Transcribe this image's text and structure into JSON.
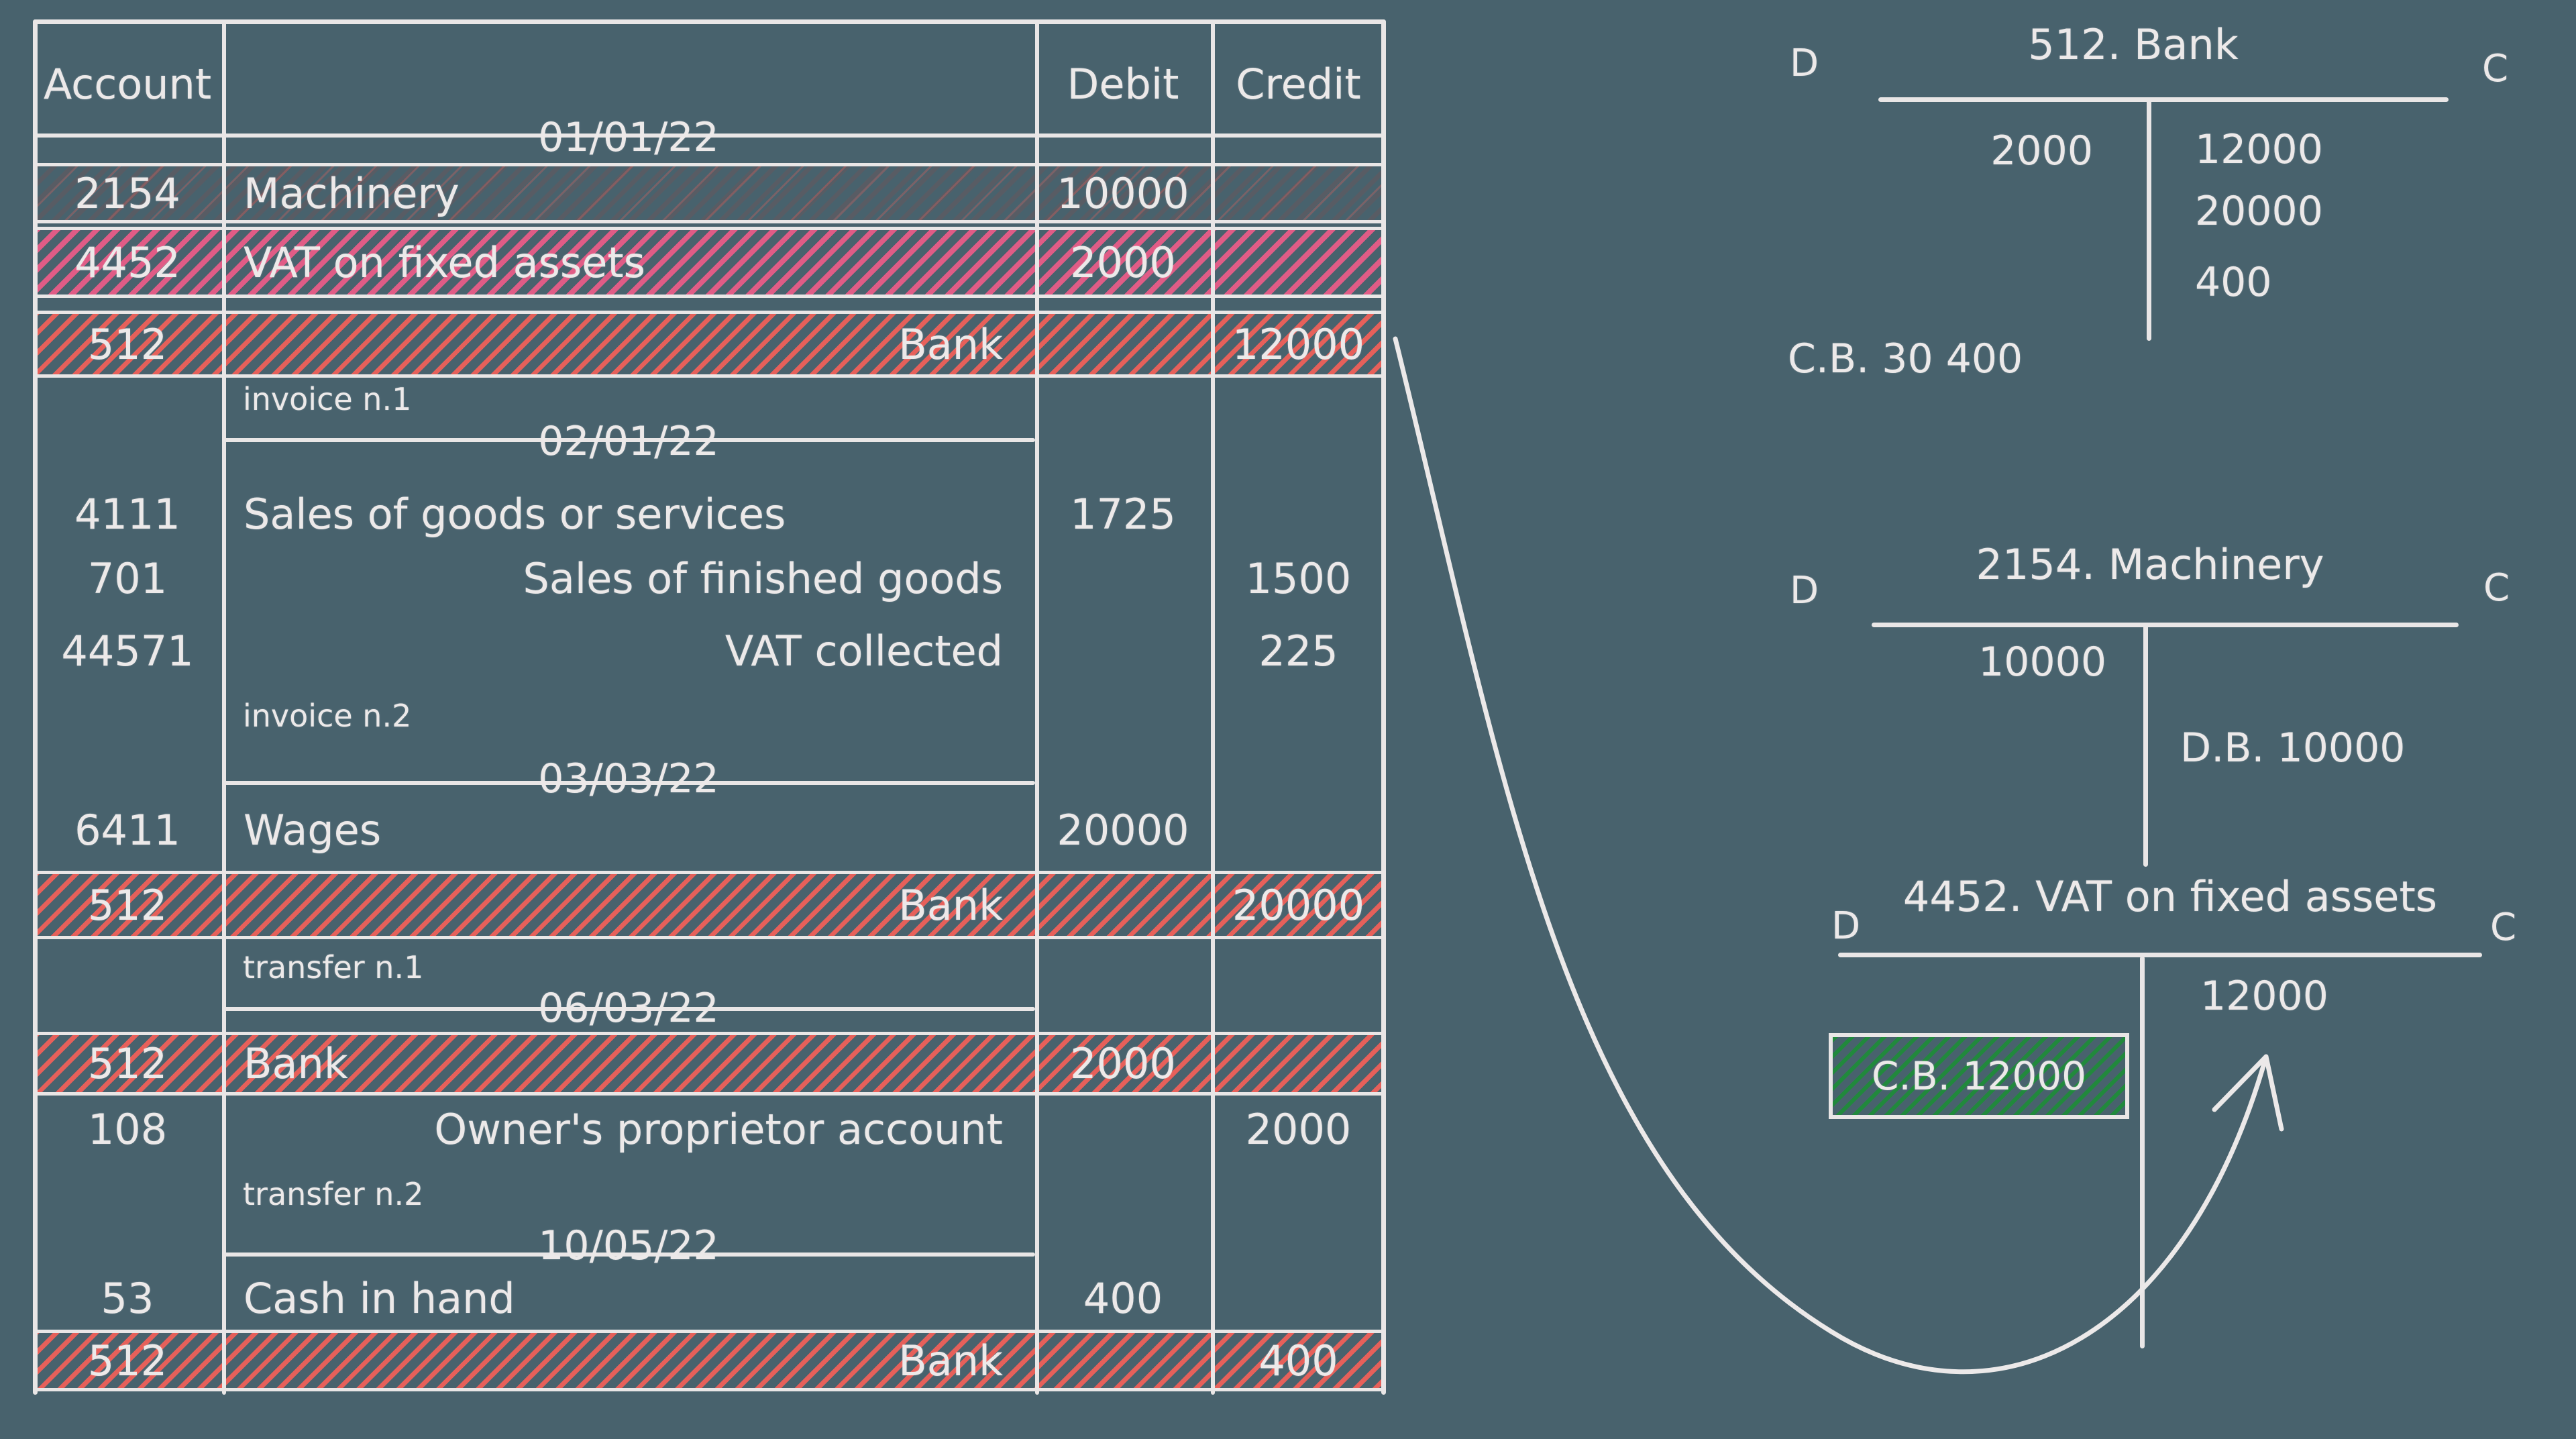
{
  "colors": {
    "background": "#48626d",
    "ink": "#ece9e9",
    "hatch_red": "#ee6059",
    "hatch_pink": "#e85c87",
    "hatch_grey": "#585c64",
    "hatch_green": "#1f8b3a"
  },
  "journal": {
    "headers": {
      "account": "Account",
      "debit": "Debit",
      "credit": "Credit"
    },
    "groups": [
      {
        "date": "01/01/22",
        "note": "invoice n.1",
        "rows": [
          {
            "account": "2154",
            "label": "Machinery",
            "debit": "10000",
            "credit": "",
            "highlight": "grey"
          },
          {
            "account": "4452",
            "label": "VAT on fixed assets",
            "debit": "2000",
            "credit": "",
            "highlight": "pink"
          },
          {
            "account": "512",
            "label": "Bank",
            "debit": "",
            "credit": "12000",
            "highlight": "red"
          }
        ]
      },
      {
        "date": "02/01/22",
        "note": "invoice n.2",
        "rows": [
          {
            "account": "4111",
            "label": "Sales of goods or services",
            "debit": "1725",
            "credit": "",
            "highlight": "none"
          },
          {
            "account": "701",
            "label": "Sales of finished goods",
            "debit": "",
            "credit": "1500",
            "highlight": "none"
          },
          {
            "account": "44571",
            "label": "VAT collected",
            "debit": "",
            "credit": "225",
            "highlight": "none"
          }
        ]
      },
      {
        "date": "03/03/22",
        "note": "transfer n.1",
        "rows": [
          {
            "account": "6411",
            "label": "Wages",
            "debit": "20000",
            "credit": "",
            "highlight": "none"
          },
          {
            "account": "512",
            "label": "Bank",
            "debit": "",
            "credit": "20000",
            "highlight": "red"
          }
        ]
      },
      {
        "date": "06/03/22",
        "note": "transfer n.2",
        "rows": [
          {
            "account": "512",
            "label": "Bank",
            "debit": "2000",
            "credit": "",
            "highlight": "red"
          },
          {
            "account": "108",
            "label": "Owner's proprietor account",
            "debit": "",
            "credit": "2000",
            "highlight": "none"
          }
        ]
      },
      {
        "date": "10/05/22",
        "note": "",
        "rows": [
          {
            "account": "53",
            "label": "Cash in hand",
            "debit": "400",
            "credit": "",
            "highlight": "none"
          },
          {
            "account": "512",
            "label": "Bank",
            "debit": "",
            "credit": "400",
            "highlight": "red"
          }
        ]
      }
    ]
  },
  "t_accounts": [
    {
      "title": "512. Bank",
      "debit_label": "D",
      "credit_label": "C",
      "debit_entries": [
        "2000"
      ],
      "credit_entries": [
        "12000",
        "20000",
        "400"
      ],
      "balance": "C.B. 30 400"
    },
    {
      "title": "2154. Machinery",
      "debit_label": "D",
      "credit_label": "C",
      "debit_entries": [
        "10000"
      ],
      "credit_entries": [],
      "balance": "D.B. 10000"
    },
    {
      "title": "4452. VAT on fixed assets",
      "debit_label": "D",
      "credit_label": "C",
      "debit_entries": [],
      "credit_entries": [
        "12000"
      ],
      "balance": "C.B. 12000"
    }
  ]
}
